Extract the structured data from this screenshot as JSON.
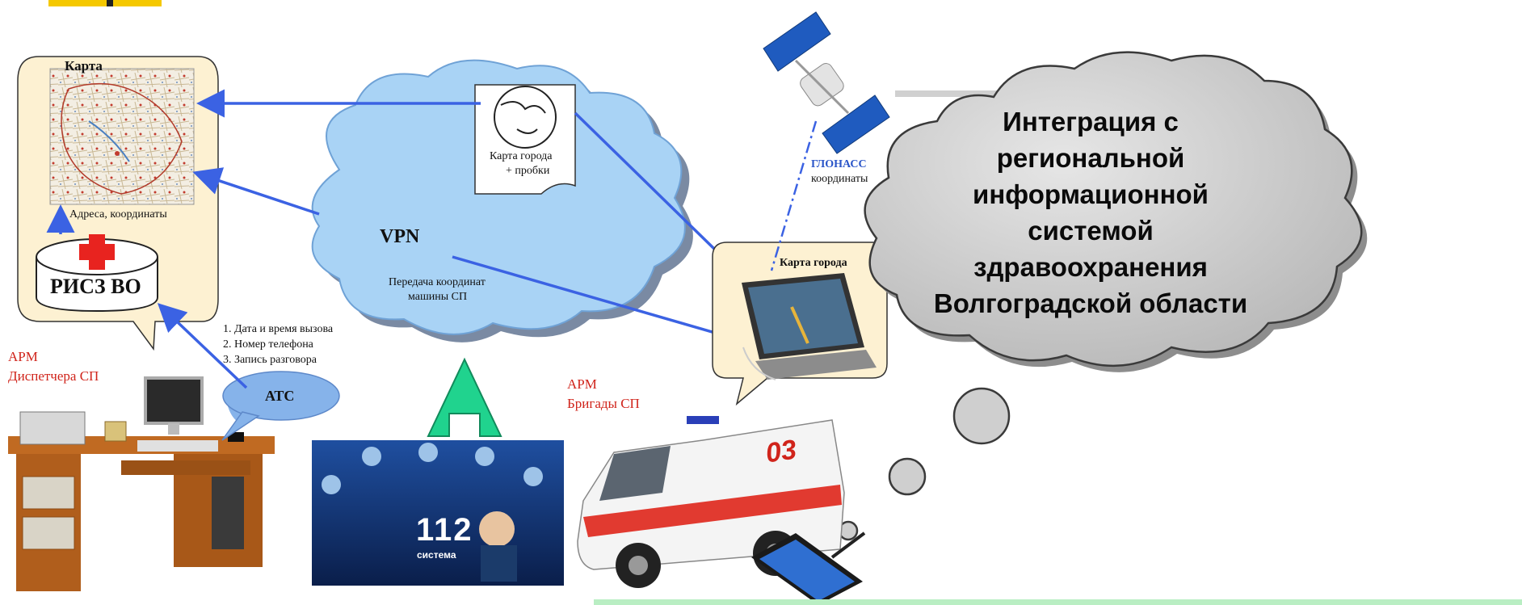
{
  "map_bubble": {
    "map_title": "Карта",
    "map_caption": "Адреса, координаты"
  },
  "db": {
    "label": "РИСЗ ВО"
  },
  "cloud": {
    "vpn_label": "VPN",
    "transfer_label_line1": "Передача координат",
    "transfer_label_line2": "машины СП",
    "doc_label_line1": "Карта города",
    "doc_label_line2": "+ пробки"
  },
  "call_info": {
    "line1": "1. Дата и время вызова",
    "line2": "2. Номер телефона",
    "line3": "3. Запись разговора"
  },
  "ats": {
    "label": "АТС"
  },
  "dispatcher": {
    "line1": "АРМ",
    "line2": "Диспетчера СП"
  },
  "brigade": {
    "line1": "АРМ",
    "line2": "Бригады СП"
  },
  "city_map_bubble": {
    "label": "Карта города"
  },
  "glonass": {
    "line1": "ГЛОНАСС",
    "line2": "координаты"
  },
  "thought_cloud": {
    "line1": "Интеграция с",
    "line2": "региональной",
    "line3": "информационной",
    "line4": "системой",
    "line5": "здравоохранения",
    "line6": "Волгоградской области"
  },
  "ambulance": {
    "number": "03"
  },
  "call_center_screen": {
    "logo": "112",
    "logo_sub": "система"
  },
  "colors": {
    "arrow_blue": "#3b62e3",
    "cloud_fill": "#a9d3f5",
    "bubble_fill": "#fdf1d2",
    "green_arrow": "#20d38e",
    "thought_fill": "#cfcfcf",
    "accent_red": "#d0241b"
  }
}
